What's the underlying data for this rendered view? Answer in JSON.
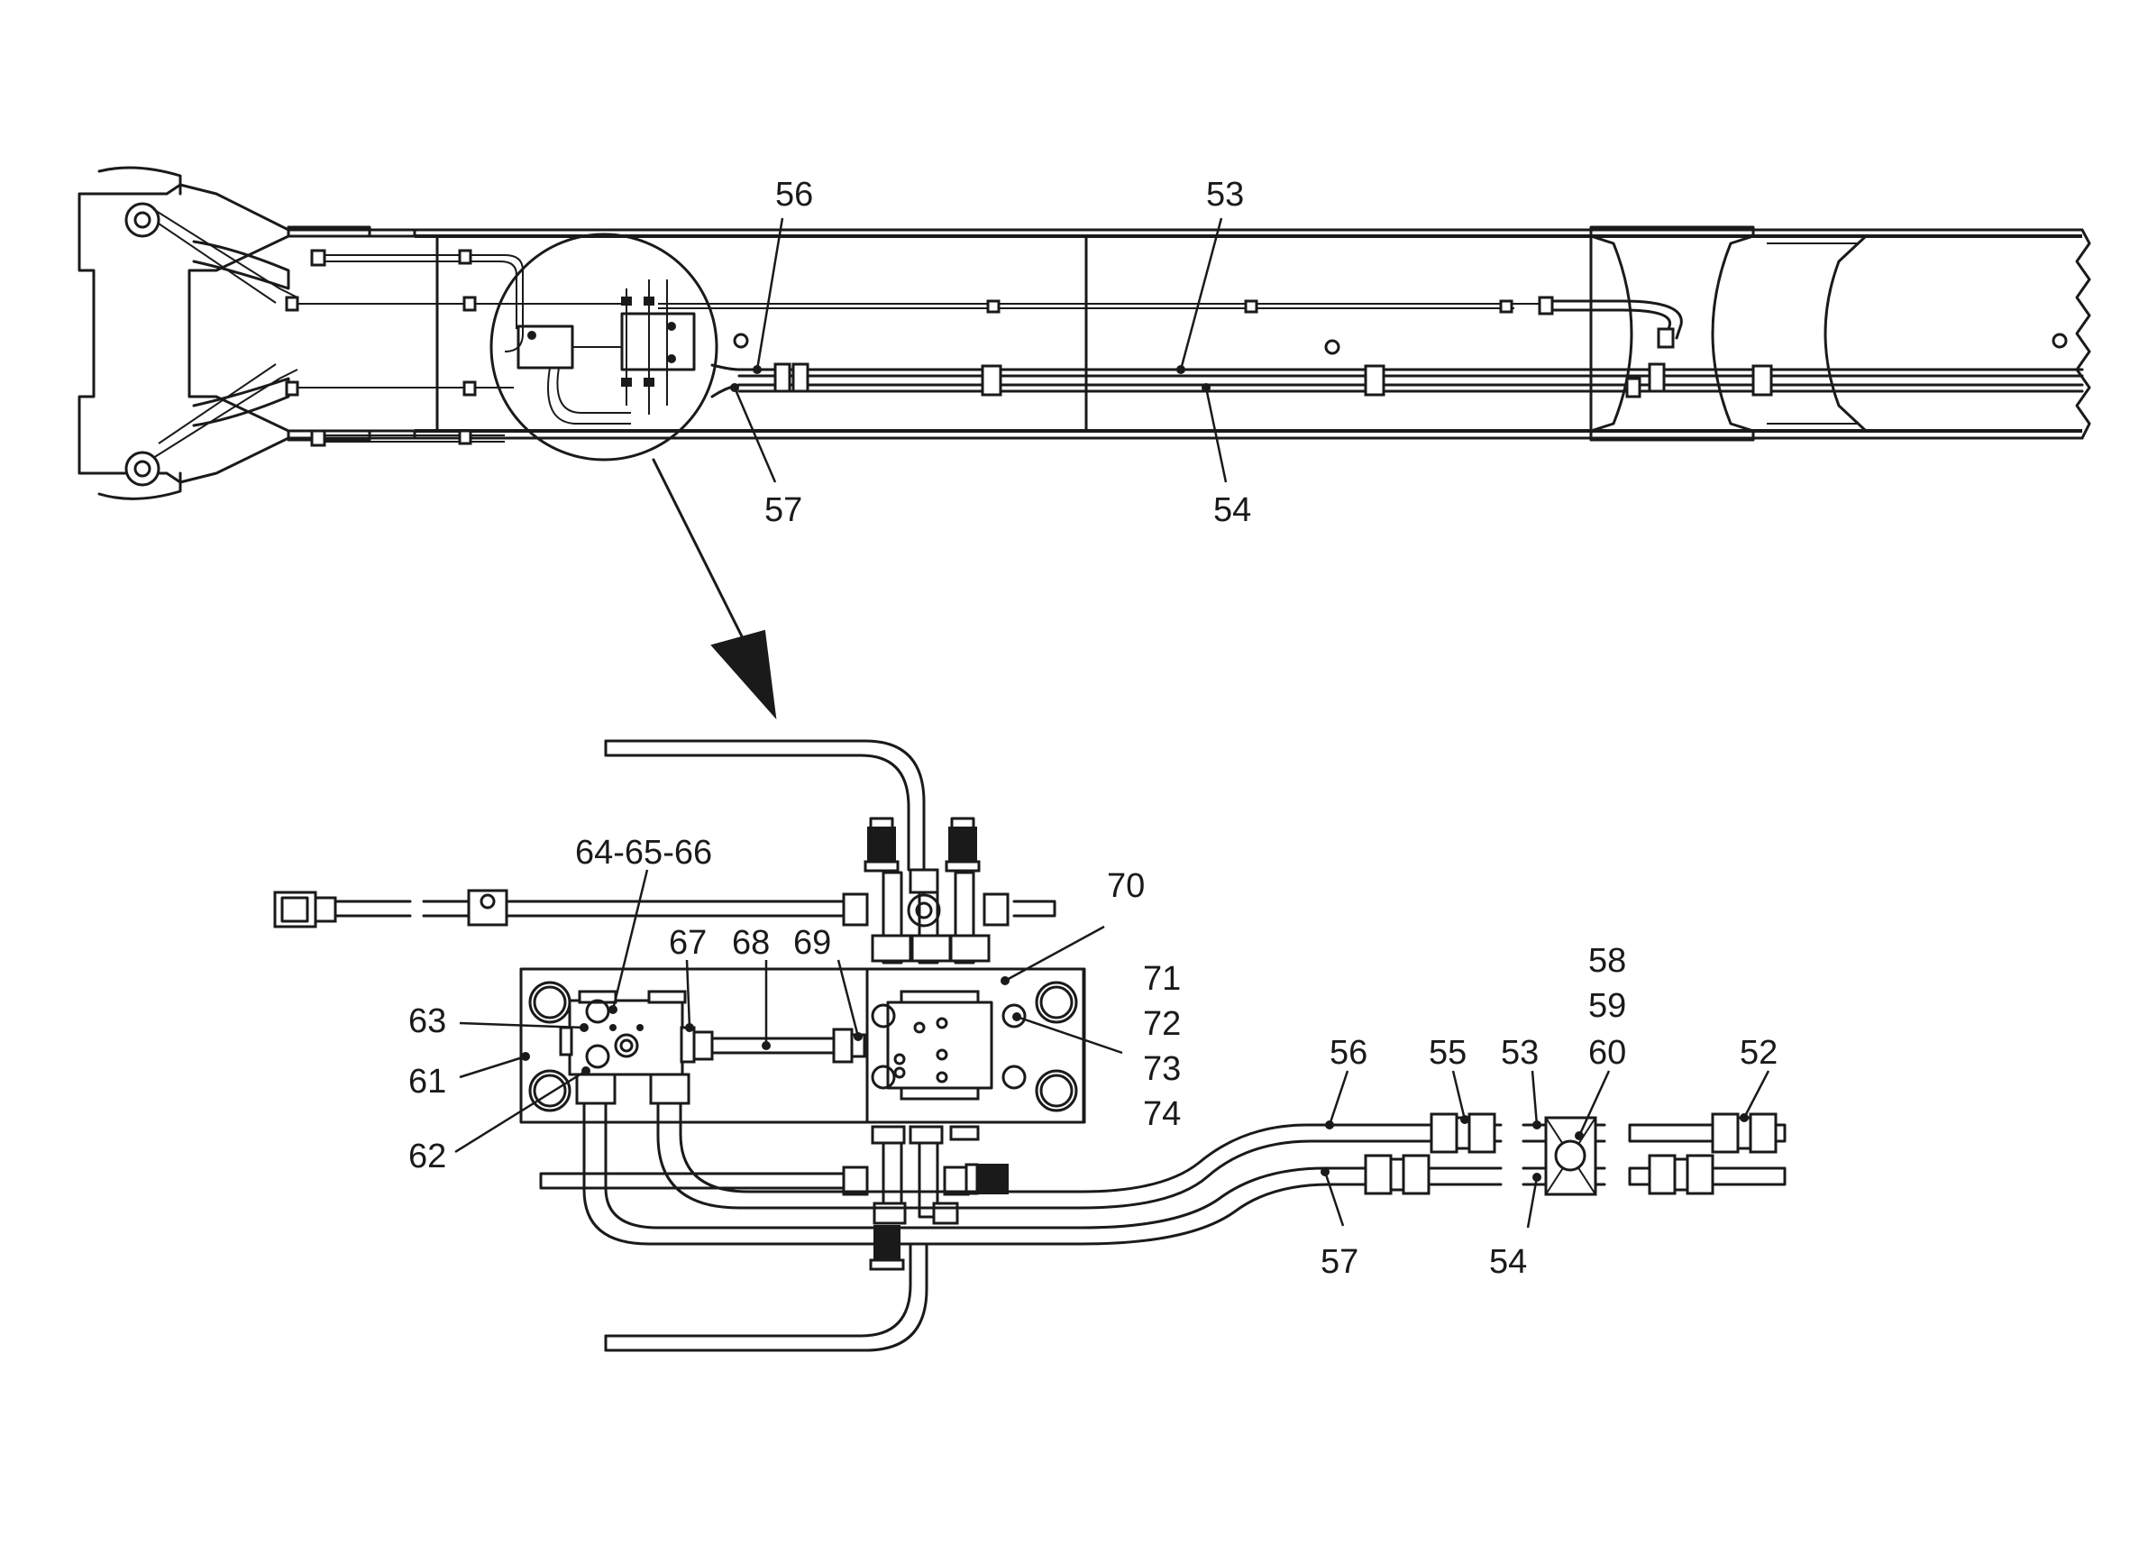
{
  "callouts": {
    "c56_top": "56",
    "c53_top": "53",
    "c57_top": "57",
    "c54_top": "54",
    "c64_65_66": "64-65-66",
    "c67": "67",
    "c68": "68",
    "c69": "69",
    "c70": "70",
    "c71": "71",
    "c72": "72",
    "c73": "73",
    "c74": "74",
    "c63": "63",
    "c61": "61",
    "c62": "62",
    "c56_bot": "56",
    "c55": "55",
    "c53_bot": "53",
    "c58": "58",
    "c59": "59",
    "c60": "60",
    "c52": "52",
    "c57_bot": "57",
    "c54_bot": "54"
  }
}
